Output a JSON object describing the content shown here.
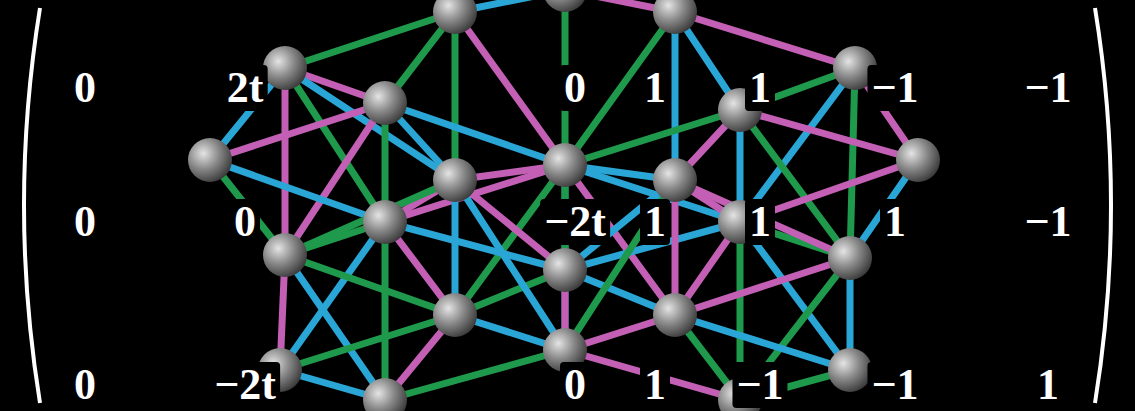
{
  "diagram": {
    "labels": [
      "0",
      "2t",
      "0",
      "1",
      "1",
      "−1",
      "−1",
      "0",
      "0",
      "−2t",
      "1",
      "1",
      "1",
      "−1",
      "0",
      "−2t",
      "0",
      "1",
      "−1",
      "−1",
      "1"
    ]
  }
}
